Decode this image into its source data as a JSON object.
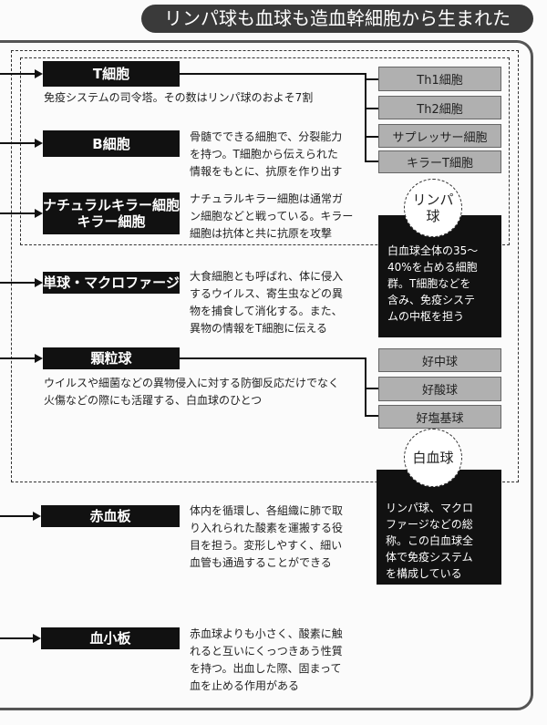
{
  "title": "リンパ球も血球も造血幹細胞から生まれた",
  "cells": {
    "t_cell": {
      "label": "T細胞",
      "desc": "免疫システムの司令塔。その数はリンパ球のおよそ7割"
    },
    "b_cell": {
      "label": "B細胞",
      "desc": "骨髄でできる細胞で、分裂能力\nを持つ。T細胞から伝えられた\n情報をもとに、抗原を作り出す"
    },
    "nk_cell": {
      "label": "ナチュラルキラー細胞\nキラー細胞",
      "desc": "ナチュラルキラー細胞は通常ガ\nン細胞などと戦っている。キラー\n細胞は抗体と共に抗原を攻撃"
    },
    "monocyte": {
      "label": "単球・マクロファージ",
      "desc": "大食細胞とも呼ばれ、体に侵入\nするウイルス、寄生虫などの異\n物を捕食して消化する。また、\n異物の情報をT細胞に伝える"
    },
    "granulocyte": {
      "label": "顆粒球",
      "desc": "ウイルスや細菌などの異物侵入に対する防御反応だけでなく\n火傷などの際にも活躍する、白血球のひとつ"
    },
    "red_cell": {
      "label": "赤血板",
      "desc": "体内を循環し、各組織に肺で取\nり入れられた酸素を運搬する役\n目を担う。変形しやすく、細い\n血管も通過することができる"
    },
    "platelet": {
      "label": "血小板",
      "desc": "赤血球よりも小さく、酸素に触\nれると互いにくっつきあう性質\nを持つ。出血した際、固まって\n血を止める作用がある"
    }
  },
  "t_subtypes": [
    "Th1細胞",
    "Th2細胞",
    "サプレッサー細胞",
    "キラーT細胞"
  ],
  "granulocyte_subtypes": [
    "好中球",
    "好酸球",
    "好塩基球"
  ],
  "lymphocyte": {
    "label": "リンパ\n球",
    "desc": "白血球全体の35～\n40%を占める細胞\n群。T細胞などを\n含み、免疫システ\nムの中枢を担う"
  },
  "leukocyte": {
    "label": "白血球",
    "desc": "リンパ球、マクロ\nファージなどの総\n称。この白血球全\n体で免疫システム\nを構成している"
  },
  "colors": {
    "box": "#111111",
    "subtype_box": "#b0b0b0",
    "title_bg": "#3a3a3a"
  }
}
